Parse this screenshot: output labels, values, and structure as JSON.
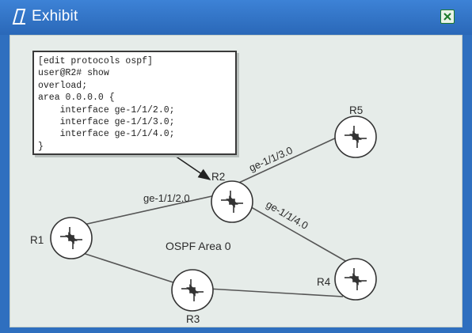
{
  "window": {
    "title": "Exhibit",
    "title_icon": "exhibit-icon",
    "close_icon": "close-icon"
  },
  "config": {
    "lines": [
      "[edit protocols ospf]",
      "user@R2# show",
      "overload;",
      "area 0.0.0.0 {",
      "    interface ge-1/1/2.0;",
      "    interface ge-1/1/3.0;",
      "    interface ge-1/1/4.0;",
      "}"
    ]
  },
  "topology": {
    "area_label": "OSPF Area 0",
    "routers": [
      {
        "id": "R1",
        "label": "R1"
      },
      {
        "id": "R2",
        "label": "R2"
      },
      {
        "id": "R3",
        "label": "R3"
      },
      {
        "id": "R4",
        "label": "R4"
      },
      {
        "id": "R5",
        "label": "R5"
      }
    ],
    "links": [
      {
        "from": "R1",
        "to": "R2",
        "label": "ge-1/1/2.0"
      },
      {
        "from": "R2",
        "to": "R5",
        "label": "ge-1/1/3.0"
      },
      {
        "from": "R2",
        "to": "R4",
        "label": "ge-1/1/4.0"
      },
      {
        "from": "R1",
        "to": "R3",
        "label": ""
      },
      {
        "from": "R3",
        "to": "R4",
        "label": ""
      }
    ]
  }
}
